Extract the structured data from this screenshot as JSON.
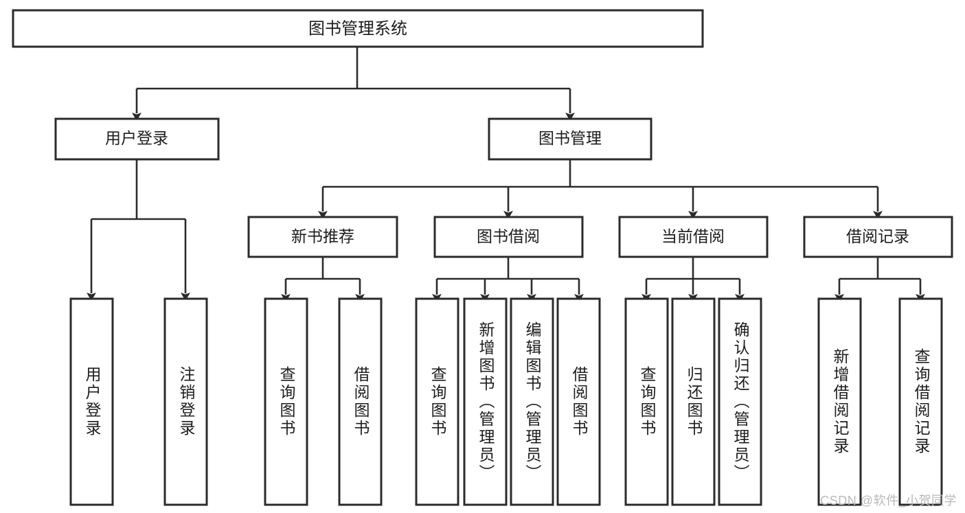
{
  "diagram": {
    "title": "图书管理系统",
    "type": "tree",
    "root": {
      "label": "图书管理系统"
    },
    "level2": [
      {
        "label": "用户登录"
      },
      {
        "label": "图书管理"
      }
    ],
    "level3": [
      {
        "label": "新书推荐"
      },
      {
        "label": "图书借阅"
      },
      {
        "label": "当前借阅"
      },
      {
        "label": "借阅记录"
      }
    ],
    "leaves": {
      "user_login": [
        {
          "label": "用户登录"
        },
        {
          "label": "注销登录"
        }
      ],
      "new_book_recommend": [
        {
          "label": "查询图书"
        },
        {
          "label": "借阅图书"
        }
      ],
      "book_borrow": [
        {
          "label": "查询图书"
        },
        {
          "label": "新增图书（管理员）"
        },
        {
          "label": "编辑图书（管理员）"
        },
        {
          "label": "借阅图书"
        }
      ],
      "current_borrow": [
        {
          "label": "查询图书"
        },
        {
          "label": "归还图书"
        },
        {
          "label": "确认归还（管理员）"
        }
      ],
      "borrow_record": [
        {
          "label": "新增借阅记录"
        },
        {
          "label": "查询借阅记录"
        }
      ]
    }
  },
  "watermark": {
    "text": "CSDN @软件_小贺同学"
  },
  "colors": {
    "box_stroke": "#2b2b2b",
    "box_fill": "#ffffff",
    "connector": "#2b2b2b",
    "text": "#1d1d1d",
    "watermark": "#b9b9b9",
    "background": "#ffffff"
  }
}
